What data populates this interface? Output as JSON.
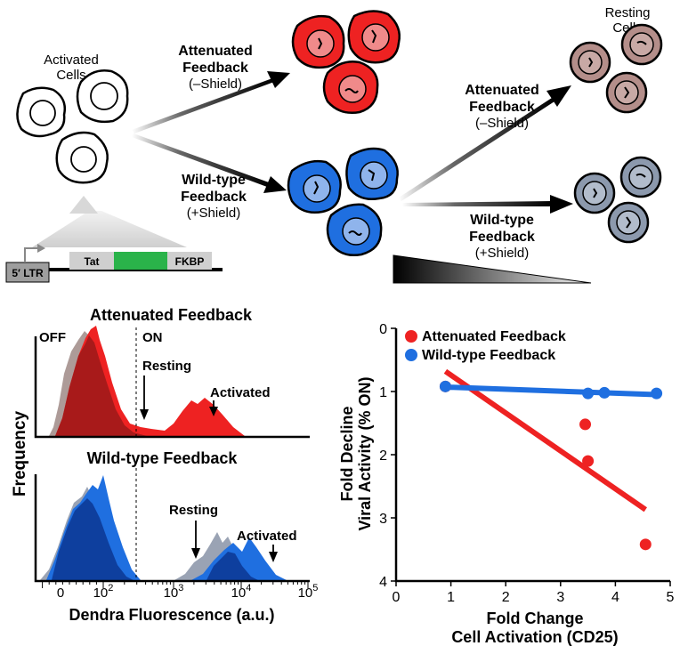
{
  "schematic": {
    "activated_cells": [
      "Activated",
      "Cells"
    ],
    "resting_cells": [
      "Resting",
      "Cells"
    ],
    "att_upper": [
      "Attenuated",
      "Feedback",
      "(–Shield)"
    ],
    "wt_upper": [
      "Wild-type",
      "Feedback",
      "(+Shield)"
    ],
    "att_right": [
      "Attenuated",
      "Feedback",
      "(–Shield)"
    ],
    "wt_right": [
      "Wild-type",
      "Feedback",
      "(+Shield)"
    ],
    "construct": {
      "ltr": "5′ LTR",
      "tat": "Tat",
      "fkbp": "FKBP"
    },
    "colors": {
      "attenuated": "#ee2222",
      "wildtype": "#1f6fe0",
      "resting_att": "#b48e8a",
      "resting_wt": "#8c99ad",
      "gfp_box": "#2ab34a"
    }
  },
  "histograms": {
    "top_title": "Attenuated Feedback",
    "bottom_title": "Wild-type Feedback",
    "off_label": "OFF",
    "on_label": "ON",
    "resting_label": "Resting",
    "activated_label": "Activated",
    "y_label": "Frequency",
    "x_label": "Dendra Fluorescence (a.u.)",
    "x_ticks": [
      {
        "base": "0",
        "exp": ""
      },
      {
        "base": "10",
        "exp": "2"
      },
      {
        "base": "10",
        "exp": "3"
      },
      {
        "base": "10",
        "exp": "4"
      },
      {
        "base": "10",
        "exp": "5"
      }
    ]
  },
  "chart_data": {
    "type": "scatter",
    "xlabel": [
      "Fold Change",
      "Cell Activation (CD25)"
    ],
    "ylabel": [
      "Fold Decline",
      "Viral Activity (% ON)"
    ],
    "xlim": [
      0,
      5
    ],
    "ylim": [
      0,
      4
    ],
    "y_inverted": true,
    "x_ticks": [
      0,
      1,
      2,
      3,
      4,
      5
    ],
    "y_ticks": [
      0,
      1,
      2,
      3,
      4
    ],
    "legend_position": "top-left",
    "series": [
      {
        "name": "Attenuated Feedback",
        "color": "#ee2222",
        "points": [
          [
            0.9,
            0.92
          ],
          [
            3.45,
            1.52
          ],
          [
            3.5,
            2.1
          ],
          [
            4.55,
            3.42
          ]
        ],
        "fit": [
          [
            0.9,
            0.68
          ],
          [
            4.55,
            2.87
          ]
        ]
      },
      {
        "name": "Wild-type Feedback",
        "color": "#1f6fe0",
        "points": [
          [
            0.9,
            0.92
          ],
          [
            3.5,
            1.03
          ],
          [
            3.8,
            1.02
          ],
          [
            4.75,
            1.03
          ]
        ],
        "fit": [
          [
            0.9,
            0.93
          ],
          [
            4.75,
            1.05
          ]
        ]
      }
    ]
  }
}
